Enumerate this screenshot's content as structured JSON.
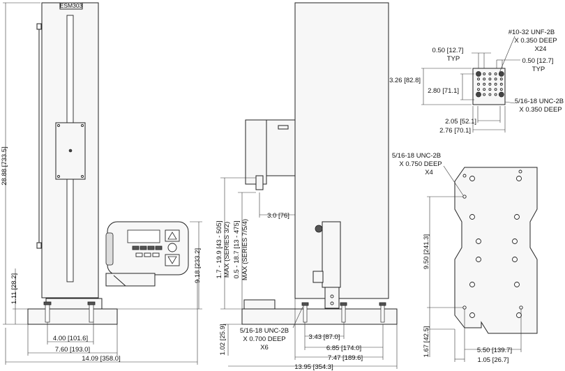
{
  "model_label": "ESM303",
  "left_view": {
    "height_overall": "28.88 [733.5]",
    "base_height": "1.11 [28.2]",
    "controller_height": "9.18 [233.2]",
    "width_a": "4.00 [101.6]",
    "width_b": "7.60 [193.0]",
    "width_overall": "14.09 [358.0]"
  },
  "side_view": {
    "travel_series_32": "1.7 - 19.9 [43 - 505]",
    "travel_series_32_note": "MAX (SERIES 3/2)",
    "travel_series_754": "0.5 - 18.7 [13 - 475]",
    "travel_series_754_note": "MAX (SERIES 7/5/4)",
    "offset": "3.0 [76]",
    "base_height": "1.02 [25.9]",
    "base_thread": [
      "5/16-18 UNC-2B",
      "X 0.700 DEEP",
      "X6"
    ],
    "dim_a": "3.43 [87.0]",
    "dim_b": "6.85 [174.0]",
    "dim_c": "7.47 [189.6]",
    "dim_overall": "13.95 [354.3]"
  },
  "top_plate": {
    "thread_small": [
      "#10-32 UNF-2B",
      "X 0.350 DEEP",
      "X24"
    ],
    "pitch_left": [
      "0.50 [12.7]",
      "TYP"
    ],
    "pitch_right": [
      "0.50 [12.7]",
      "TYP"
    ],
    "height_outer": "3.26 [82.8]",
    "height_inner": "2.80 [71.1]",
    "thread_large": [
      "5/16-18 UNC-2B",
      "X 0.350 DEEP"
    ],
    "width_inner": "2.05 [52.1]",
    "width_outer": "2.76 [70.1]"
  },
  "bottom_plate": {
    "thread": [
      "5/16-18 UNC-2B",
      "X 0.750 DEEP",
      "X4"
    ],
    "height": "9.50 [241.3]",
    "edge_offset": "1.67 [42.5]",
    "width_a": "5.50 [139.7]",
    "width_b": "1.05 [26.7]"
  }
}
